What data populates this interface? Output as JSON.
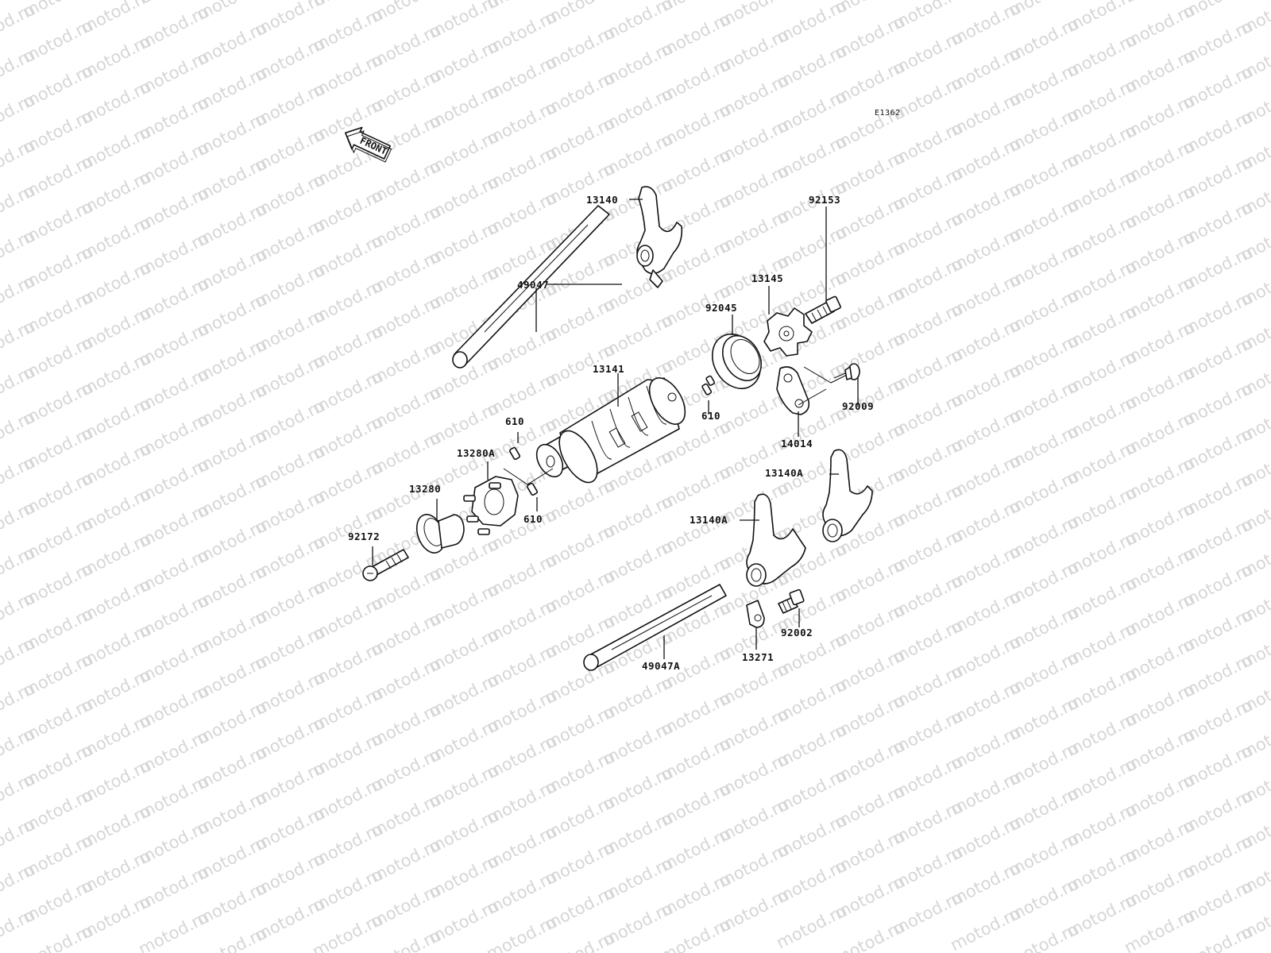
{
  "diagram": {
    "figure_code": "E1362",
    "front_marker": "FRONT",
    "watermark_text": "motod.ru",
    "parts": [
      {
        "id": "13140",
        "label": "13140"
      },
      {
        "id": "49047",
        "label": "49047"
      },
      {
        "id": "13145",
        "label": "13145"
      },
      {
        "id": "92153",
        "label": "92153"
      },
      {
        "id": "92045",
        "label": "92045"
      },
      {
        "id": "13141",
        "label": "13141"
      },
      {
        "id": "610-top",
        "label": "610"
      },
      {
        "id": "610-right",
        "label": "610"
      },
      {
        "id": "92009",
        "label": "92009"
      },
      {
        "id": "13280A",
        "label": "13280A"
      },
      {
        "id": "14014",
        "label": "14014"
      },
      {
        "id": "13280",
        "label": "13280"
      },
      {
        "id": "13140A-right",
        "label": "13140A"
      },
      {
        "id": "610-bottom",
        "label": "610"
      },
      {
        "id": "13140A-left",
        "label": "13140A"
      },
      {
        "id": "92172",
        "label": "92172"
      },
      {
        "id": "92002",
        "label": "92002"
      },
      {
        "id": "13271",
        "label": "13271"
      },
      {
        "id": "49047A",
        "label": "49047A"
      }
    ]
  }
}
